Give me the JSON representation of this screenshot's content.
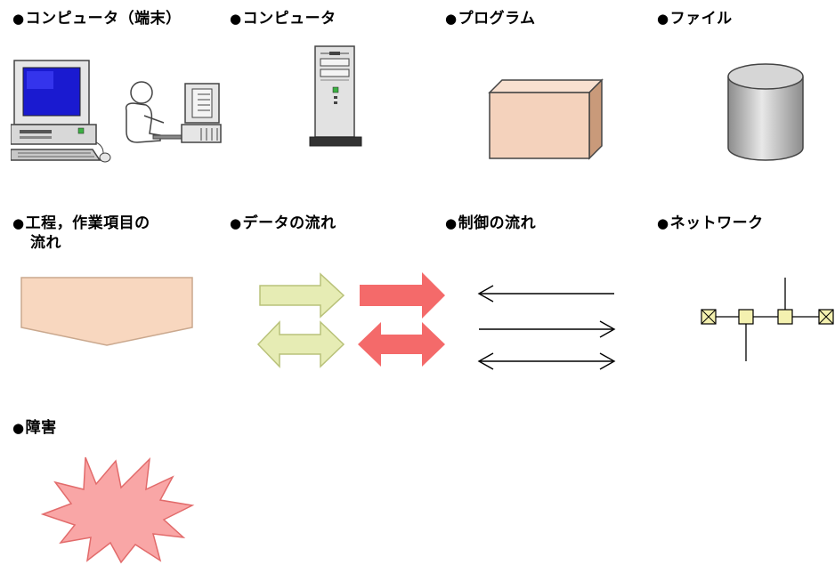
{
  "legend": {
    "items": [
      {
        "id": "terminal",
        "bullet": "●",
        "label": "コンピュータ（端末）",
        "icon": "computer-terminal-icon"
      },
      {
        "id": "computer",
        "bullet": "●",
        "label": "コンピュータ",
        "icon": "server-tower-icon"
      },
      {
        "id": "program",
        "bullet": "●",
        "label": "プログラム",
        "icon": "box-icon"
      },
      {
        "id": "file",
        "bullet": "●",
        "label": "ファイル",
        "icon": "database-cylinder-icon"
      },
      {
        "id": "process",
        "bullet": "●",
        "label": "工程，作業項目の",
        "label2": "流れ",
        "icon": "process-pentagon-icon"
      },
      {
        "id": "data-flow",
        "bullet": "●",
        "label": "データの流れ",
        "icon": "data-flow-arrows-icon"
      },
      {
        "id": "control-flow",
        "bullet": "●",
        "label": "制御の流れ",
        "icon": "control-flow-arrows-icon"
      },
      {
        "id": "network",
        "bullet": "●",
        "label": "ネットワーク",
        "icon": "network-icon"
      },
      {
        "id": "fault",
        "bullet": "●",
        "label": "障害",
        "icon": "fault-burst-icon"
      }
    ]
  },
  "colors": {
    "data_arrow_fill": "#e6ecb4",
    "data_arrow_stroke": "#b9c27a",
    "control_arrow_fill": "#f46a6a",
    "program_box": "#f4d2bc",
    "process_shape": "#f8d7bf",
    "fault_fill": "#f9a6a6",
    "fault_stroke": "#e26b6b",
    "network_node": "#f4f1b0",
    "monitor_screen": "#1a1ad0"
  }
}
